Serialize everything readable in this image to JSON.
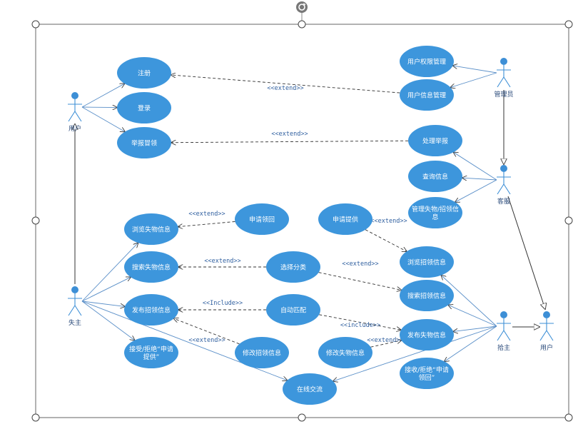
{
  "colors": {
    "usecase_fill": "#3d96dc",
    "actor": "#3d8fd6",
    "line": "#5a8fc8",
    "dashed": "#333333",
    "frame": "#666666"
  },
  "actors": [
    {
      "id": "user_top",
      "label": "用户"
    },
    {
      "id": "admin",
      "label": "管理员"
    },
    {
      "id": "service",
      "label": "客服"
    },
    {
      "id": "loser",
      "label": "失主"
    },
    {
      "id": "finder",
      "label": "拾主"
    },
    {
      "id": "user_right",
      "label": "用户"
    }
  ],
  "usecases": [
    {
      "id": "register",
      "lines": [
        "注册"
      ]
    },
    {
      "id": "login",
      "lines": [
        "登录"
      ]
    },
    {
      "id": "report",
      "lines": [
        "举报冒领"
      ]
    },
    {
      "id": "perm",
      "lines": [
        "用户权限管理"
      ]
    },
    {
      "id": "userinfo",
      "lines": [
        "用户信息管理"
      ]
    },
    {
      "id": "handle",
      "lines": [
        "处理举报"
      ]
    },
    {
      "id": "query",
      "lines": [
        "查询信息"
      ]
    },
    {
      "id": "manage",
      "lines": [
        "管理失物/招领信",
        "息"
      ]
    },
    {
      "id": "browse_lost",
      "lines": [
        "浏览失物信息"
      ]
    },
    {
      "id": "claim_req",
      "lines": [
        "申请领回"
      ]
    },
    {
      "id": "provide_req",
      "lines": [
        "申请提供"
      ]
    },
    {
      "id": "search_lost",
      "lines": [
        "搜索失物信息"
      ]
    },
    {
      "id": "choose_cat",
      "lines": [
        "选择分类"
      ]
    },
    {
      "id": "browse_found",
      "lines": [
        "浏览招领信息"
      ]
    },
    {
      "id": "search_found",
      "lines": [
        "搜索招领信息"
      ]
    },
    {
      "id": "pub_found",
      "lines": [
        "发布招领信息"
      ]
    },
    {
      "id": "auto_match",
      "lines": [
        "自动匹配"
      ]
    },
    {
      "id": "pub_lost",
      "lines": [
        "发布失物信息"
      ]
    },
    {
      "id": "accept_provide",
      "lines": [
        "接受/拒绝“申请",
        "提供”"
      ]
    },
    {
      "id": "edit_found",
      "lines": [
        "修改招领信息"
      ]
    },
    {
      "id": "edit_lost",
      "lines": [
        "修改失物信息"
      ]
    },
    {
      "id": "accept_claim",
      "lines": [
        "接收/拒绝“申请",
        "领回”"
      ]
    },
    {
      "id": "chat",
      "lines": [
        "在线交流"
      ]
    }
  ],
  "relations": [
    {
      "id": "r1",
      "label": "<<extend>>"
    },
    {
      "id": "r2",
      "label": "<<extend>>"
    },
    {
      "id": "r3",
      "label": "<<extend>>"
    },
    {
      "id": "r4",
      "label": "<<extend>>"
    },
    {
      "id": "r5",
      "label": "<<extend>>"
    },
    {
      "id": "r6",
      "label": "<<extend>>"
    },
    {
      "id": "r7",
      "label": "<<Include>>"
    },
    {
      "id": "r8",
      "label": "<<extend>>"
    },
    {
      "id": "r9",
      "label": "<<include>>"
    },
    {
      "id": "r10",
      "label": "<<extend>>"
    }
  ]
}
